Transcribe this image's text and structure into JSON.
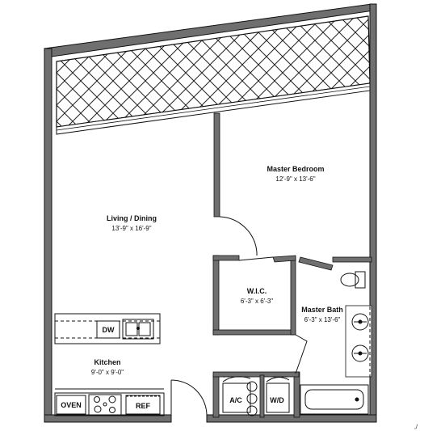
{
  "rooms": {
    "master_bedroom": {
      "name": "Master Bedroom",
      "dims": "12'-9\" x 13'-6\""
    },
    "living_dining": {
      "name": "Living / Dining",
      "dims": "13'-9\" x 16'-9\""
    },
    "wic": {
      "name": "W.I.C.",
      "dims": "6'-3\" x 6'-3\""
    },
    "master_bath": {
      "name": "Master Bath",
      "dims": "6'-3\" x 13'-6\""
    },
    "kitchen": {
      "name": "Kitchen",
      "dims": "9'-0\" x 9'-0\""
    }
  },
  "fixtures": {
    "dishwasher": "DW",
    "oven": "OVEN",
    "refrigerator": "REF",
    "ac": "A/C",
    "washer_dryer": "W/D"
  },
  "corner_mark": ",/"
}
